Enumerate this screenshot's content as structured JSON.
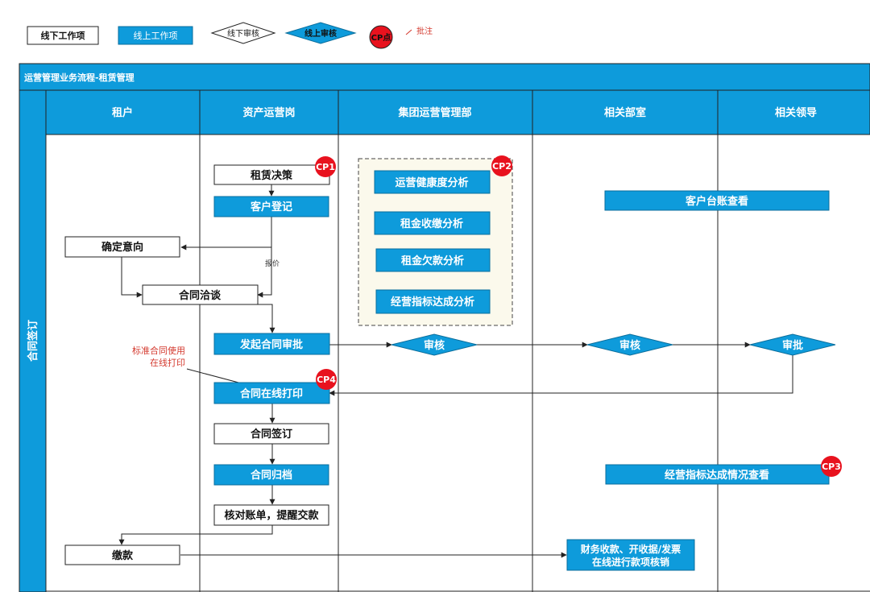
{
  "legend": {
    "offline_task": "线下工作项",
    "online_task": "线上工作项",
    "offline_review": "线下审核",
    "online_review": "线上审核",
    "cp_point": "CP点",
    "annotation": "批注"
  },
  "header": {
    "title": "运营管理业务流程-租赁管理"
  },
  "phase": {
    "label": "合同签订"
  },
  "lanes": [
    "租户",
    "资产运营岗",
    "集团运营管理部",
    "相关部室",
    "相关领导"
  ],
  "nodes": {
    "lease_decision": "租赁决策",
    "customer_register": "客户登记",
    "confirm_intent": "确定意向",
    "contract_negotiation": "合同洽谈",
    "initiate_approval": "发起合同审批",
    "online_print": "合同在线打印",
    "contract_sign": "合同签订",
    "contract_archive": "合同归档",
    "reconcile_bill": "核对账单，提醒交款",
    "payment": "缴款",
    "health_analysis": "运营健康度分析",
    "rent_collection_analysis": "租金收缴分析",
    "rent_arrears_analysis": "租金欠款分析",
    "indicator_analysis": "经营指标达成分析",
    "customer_ledger": "客户台账查看",
    "indicator_view": "经营指标达成情况查看",
    "finance_line1": "财务收款、开收据/发票",
    "finance_line2": "在线进行款项核销",
    "review_group": "审核",
    "review_dept": "审核",
    "approve_leader": "审批"
  },
  "cp_badges": {
    "cp1": "CP1",
    "cp2": "CP2",
    "cp3": "CP3",
    "cp4": "CP4"
  },
  "edge_labels": {
    "quote": "报价"
  },
  "annotations": {
    "standard_contract_line1": "标准合同使用",
    "standard_contract_line2": "在线打印"
  },
  "colors": {
    "blue": "#0E9BDB",
    "red": "#E8121E",
    "note_red": "#D43A2F",
    "group_fill": "#FBF9EC"
  }
}
